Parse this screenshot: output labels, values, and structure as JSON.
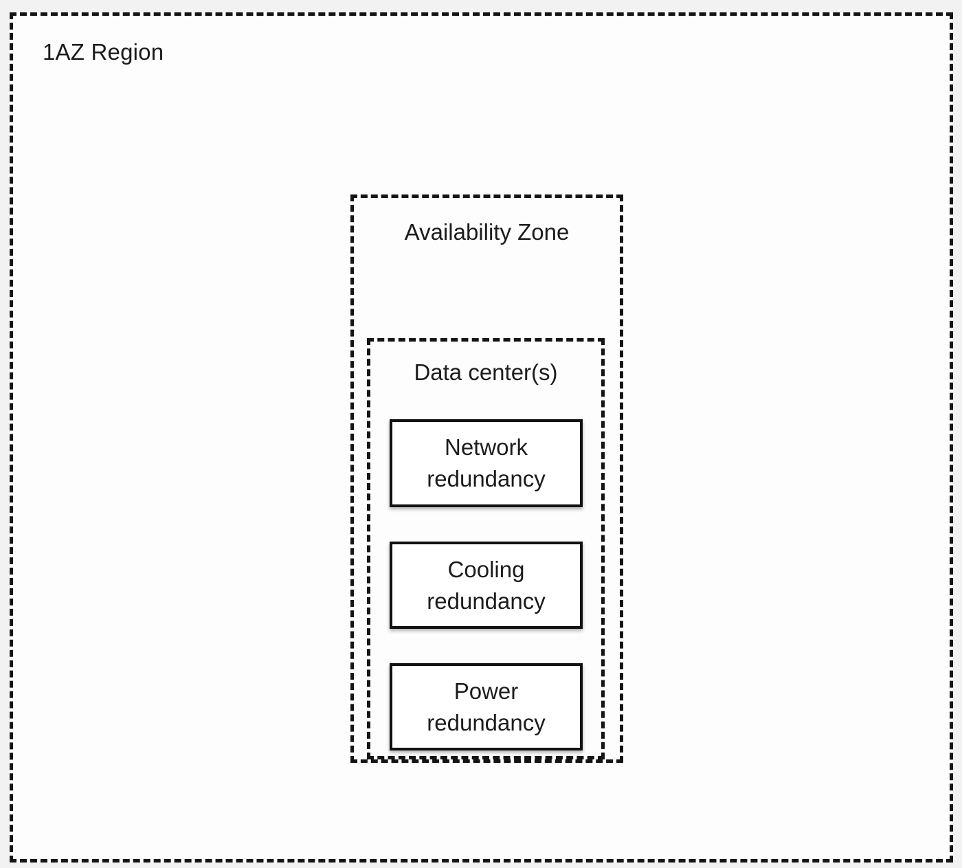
{
  "diagram": {
    "region": {
      "label": "1AZ Region"
    },
    "availability_zone": {
      "label": "Availability Zone"
    },
    "data_center": {
      "label": "Data center(s)"
    },
    "redundancy_boxes": [
      {
        "label": "Network redundancy"
      },
      {
        "label": "Cooling redundancy"
      },
      {
        "label": "Power redundancy"
      }
    ],
    "colors": {
      "border": "#141414",
      "solid_border": "#111111",
      "text": "#1c1c1e",
      "outer_background": "#f2f2f3",
      "inner_background": "#fdfdfd"
    }
  }
}
